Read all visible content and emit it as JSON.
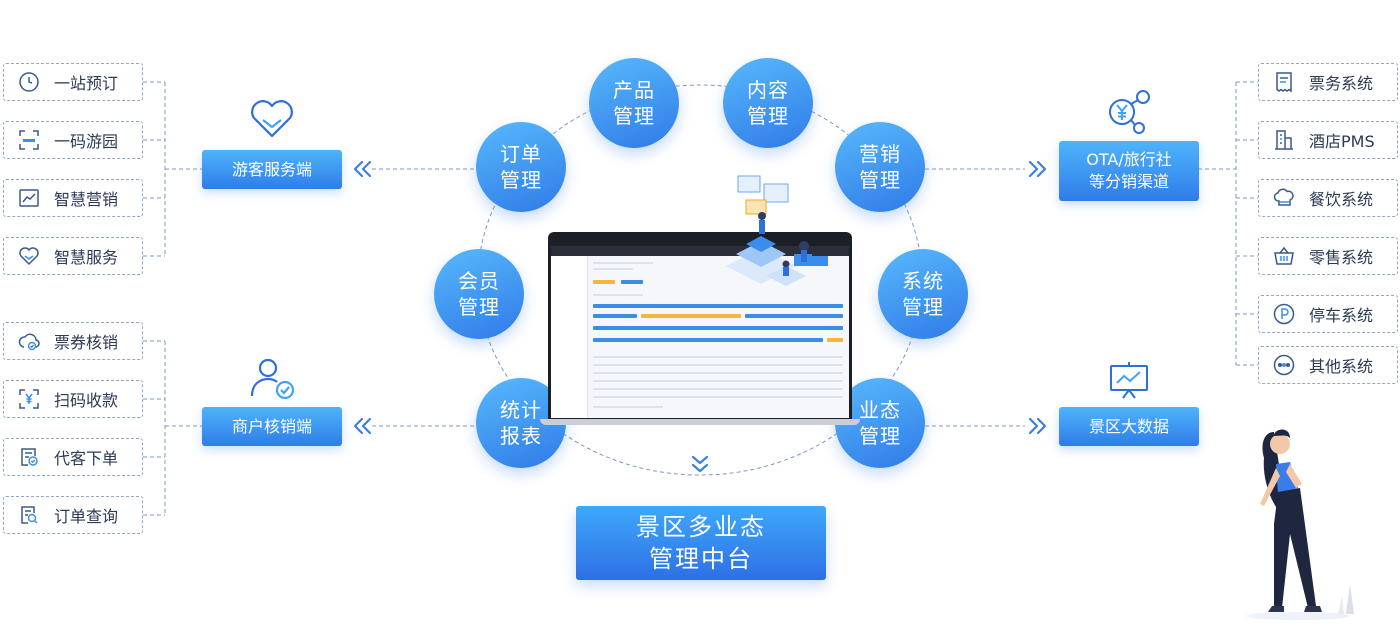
{
  "left_top_items": [
    {
      "label": "一站预订",
      "icon": "clock-icon"
    },
    {
      "label": "一码游园",
      "icon": "scan-code-icon"
    },
    {
      "label": "智慧营销",
      "icon": "chart-icon"
    },
    {
      "label": "智慧服务",
      "icon": "heart-icon"
    }
  ],
  "left_bottom_items": [
    {
      "label": "票券核销",
      "icon": "cloud-check-icon"
    },
    {
      "label": "扫码收款",
      "icon": "yuan-scan-icon"
    },
    {
      "label": "代客下单",
      "icon": "order-form-icon"
    },
    {
      "label": "订单查询",
      "icon": "order-search-icon"
    }
  ],
  "right_items": [
    {
      "label": "票务系统",
      "icon": "ticket-icon"
    },
    {
      "label": "酒店PMS",
      "icon": "hotel-icon"
    },
    {
      "label": "餐饮系统",
      "icon": "chef-hat-icon"
    },
    {
      "label": "零售系统",
      "icon": "basket-icon"
    },
    {
      "label": "停车系统",
      "icon": "parking-icon"
    },
    {
      "label": "其他系统",
      "icon": "more-icon"
    }
  ],
  "tourist_terminal": {
    "label": "游客服务端",
    "icon": "heart-outline-icon"
  },
  "merchant_terminal": {
    "label": "商户核销端",
    "icon": "users-check-icon"
  },
  "ota": {
    "line1": "OTA/旅行社",
    "line2": "等分销渠道",
    "icon": "yuan-network-icon"
  },
  "bigdata": {
    "label": "景区大数据",
    "icon": "presentation-chart-icon"
  },
  "circles": [
    {
      "key": "product",
      "line1": "产品",
      "line2": "管理"
    },
    {
      "key": "content",
      "line1": "内容",
      "line2": "管理"
    },
    {
      "key": "order",
      "line1": "订单",
      "line2": "管理"
    },
    {
      "key": "marketing",
      "line1": "营销",
      "line2": "管理"
    },
    {
      "key": "member",
      "line1": "会员",
      "line2": "管理"
    },
    {
      "key": "system",
      "line1": "系统",
      "line2": "管理"
    },
    {
      "key": "stats",
      "line1": "统计",
      "line2": "报表"
    },
    {
      "key": "business",
      "line1": "业态",
      "line2": "管理"
    }
  ],
  "platform": {
    "line1": "景区多业态",
    "line2": "管理中台"
  },
  "colors": {
    "accent": "#2f7ce8",
    "accent_light": "#4fb4fb",
    "border": "#8fa6c9",
    "text": "#2b3a55"
  }
}
